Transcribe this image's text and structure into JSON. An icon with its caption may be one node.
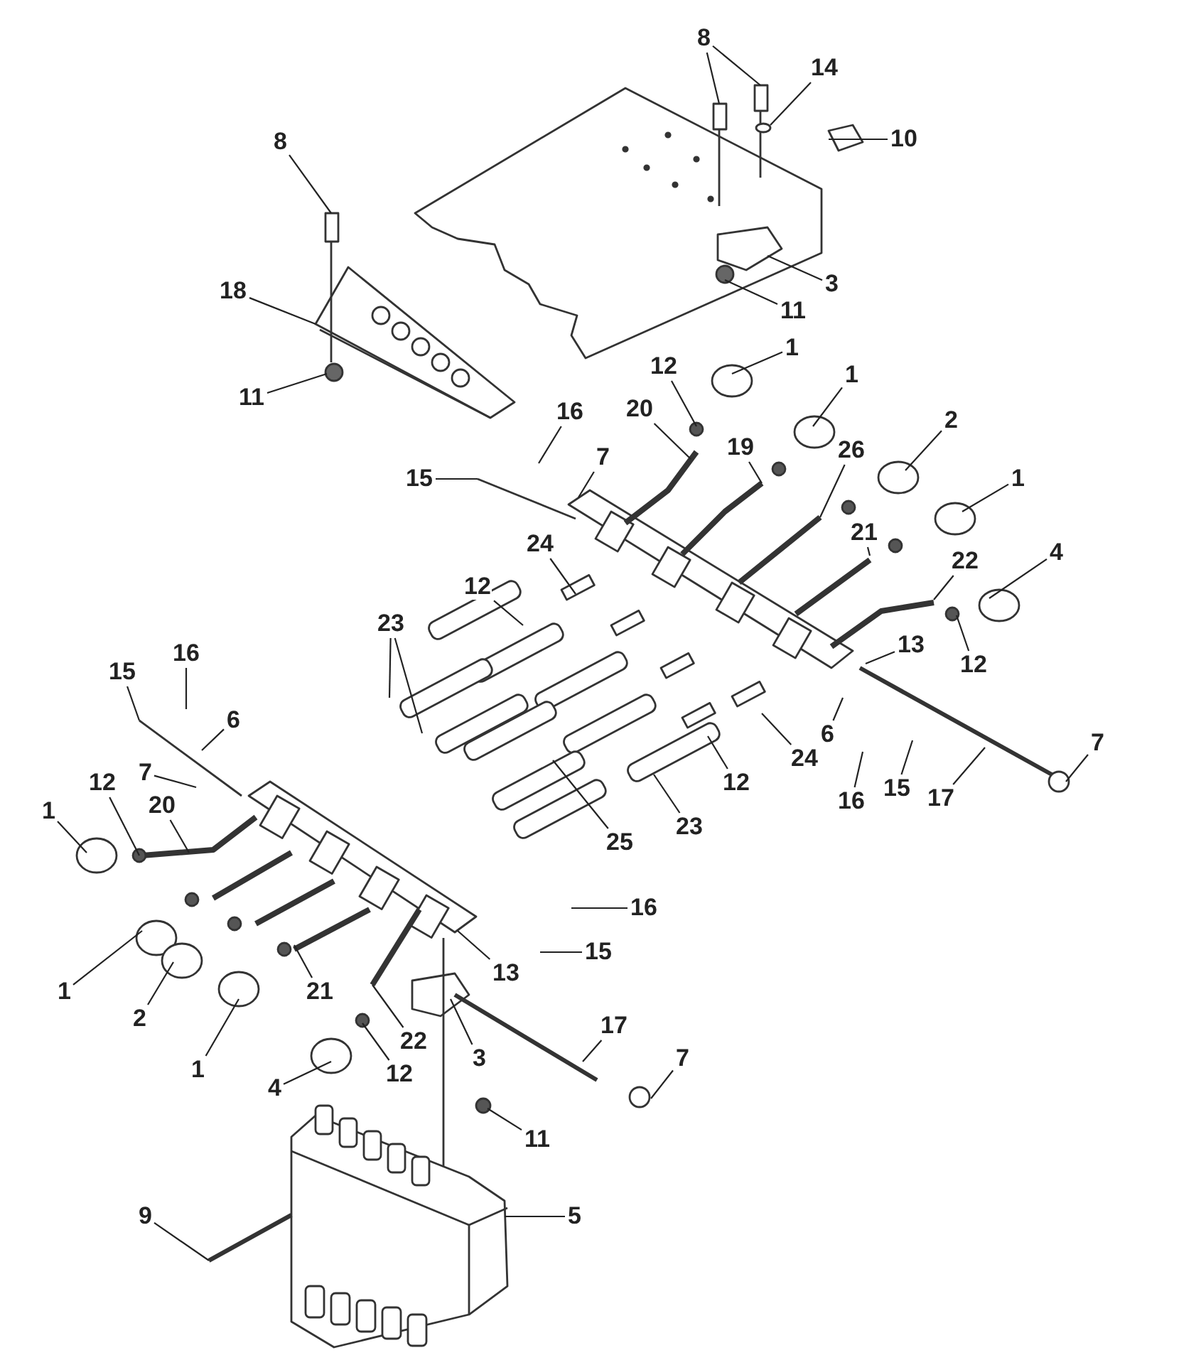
{
  "diagram": {
    "nodes": [
      {
        "text": [
          "8"
        ]
      },
      {
        "text": [
          "8"
        ]
      },
      {
        "text": [
          "14"
        ]
      },
      {
        "text": [
          "10"
        ]
      },
      {
        "text": [
          "3"
        ]
      },
      {
        "text": [
          "11"
        ]
      },
      {
        "text": [
          "18"
        ]
      },
      {
        "text": [
          "11"
        ]
      },
      {
        "text": [
          "1"
        ]
      },
      {
        "text": [
          "12"
        ]
      },
      {
        "text": [
          "1"
        ]
      },
      {
        "text": [
          "16"
        ]
      },
      {
        "text": [
          "20"
        ]
      },
      {
        "text": [
          "15"
        ]
      },
      {
        "text": [
          "7"
        ]
      },
      {
        "text": [
          "19"
        ]
      },
      {
        "text": [
          "26"
        ]
      },
      {
        "text": [
          "2"
        ]
      },
      {
        "text": [
          "1"
        ]
      },
      {
        "text": [
          "21"
        ]
      },
      {
        "text": [
          "24"
        ]
      },
      {
        "text": [
          "22"
        ]
      },
      {
        "text": [
          "4"
        ]
      },
      {
        "text": [
          "12"
        ]
      },
      {
        "text": [
          "23"
        ]
      },
      {
        "text": [
          "13"
        ]
      },
      {
        "text": [
          "12"
        ]
      },
      {
        "text": [
          "15"
        ]
      },
      {
        "text": [
          "16"
        ]
      },
      {
        "text": [
          "6"
        ]
      },
      {
        "text": [
          "6"
        ]
      },
      {
        "text": [
          "24"
        ]
      },
      {
        "text": [
          "7"
        ]
      },
      {
        "text": [
          "12"
        ]
      },
      {
        "text": [
          "16"
        ]
      },
      {
        "text": [
          "15"
        ]
      },
      {
        "text": [
          "17"
        ]
      },
      {
        "text": [
          "7"
        ]
      },
      {
        "text": [
          "25"
        ]
      },
      {
        "text": [
          "23"
        ]
      },
      {
        "text": [
          "1"
        ]
      },
      {
        "text": [
          "12"
        ]
      },
      {
        "text": [
          "20"
        ]
      },
      {
        "text": [
          "16"
        ]
      },
      {
        "text": [
          "15"
        ]
      },
      {
        "text": [
          "13"
        ]
      },
      {
        "text": [
          "1"
        ]
      },
      {
        "text": [
          "2"
        ]
      },
      {
        "text": [
          "21"
        ]
      },
      {
        "text": [
          "22"
        ]
      },
      {
        "text": [
          "3"
        ]
      },
      {
        "text": [
          "1"
        ]
      },
      {
        "text": [
          "12"
        ]
      },
      {
        "text": [
          "4"
        ]
      },
      {
        "text": [
          "17"
        ]
      },
      {
        "text": [
          "7"
        ]
      },
      {
        "text": [
          "11"
        ]
      },
      {
        "text": [
          "5"
        ]
      },
      {
        "text": [
          "9"
        ]
      }
    ],
    "edges": [
      {
        "from": 0,
        "to": null,
        "arrow": "none"
      },
      {
        "from": 1,
        "to": null,
        "arrow": "none"
      },
      {
        "from": 1,
        "to": null,
        "arrow": "none"
      },
      {
        "from": 2,
        "to": null,
        "arrow": "none"
      },
      {
        "from": 3,
        "to": null,
        "arrow": "none"
      },
      {
        "from": 4,
        "to": null,
        "arrow": "none"
      },
      {
        "from": 5,
        "to": null,
        "arrow": "none"
      },
      {
        "from": 6,
        "to": null,
        "arrow": "none"
      },
      {
        "from": 7,
        "to": null,
        "arrow": "none"
      },
      {
        "from": 8,
        "to": null,
        "arrow": "none"
      },
      {
        "from": 9,
        "to": null,
        "arrow": "none"
      },
      {
        "from": 10,
        "to": null,
        "arrow": "none"
      },
      {
        "from": 11,
        "to": null,
        "arrow": "none"
      },
      {
        "from": 12,
        "to": null,
        "arrow": "none"
      },
      {
        "from": 13,
        "to": null,
        "arrow": "none"
      },
      {
        "from": 14,
        "to": null,
        "arrow": "none"
      },
      {
        "from": 15,
        "to": null,
        "arrow": "none"
      },
      {
        "from": 16,
        "to": null,
        "arrow": "none"
      },
      {
        "from": 17,
        "to": null,
        "arrow": "none"
      },
      {
        "from": 18,
        "to": null,
        "arrow": "none"
      },
      {
        "from": 19,
        "to": null,
        "arrow": "none"
      },
      {
        "from": 20,
        "to": null,
        "arrow": "none"
      },
      {
        "from": 21,
        "to": null,
        "arrow": "none"
      },
      {
        "from": 22,
        "to": null,
        "arrow": "none"
      },
      {
        "from": 23,
        "to": null,
        "arrow": "none"
      },
      {
        "from": 24,
        "to": null,
        "arrow": "none"
      },
      {
        "from": 24,
        "to": null,
        "arrow": "none"
      },
      {
        "from": 25,
        "to": null,
        "arrow": "none"
      },
      {
        "from": 26,
        "to": null,
        "arrow": "none"
      },
      {
        "from": 27,
        "to": null,
        "arrow": "none"
      },
      {
        "from": 28,
        "to": null,
        "arrow": "none"
      },
      {
        "from": 29,
        "to": null,
        "arrow": "none"
      },
      {
        "from": 30,
        "to": null,
        "arrow": "none"
      },
      {
        "from": 31,
        "to": null,
        "arrow": "none"
      },
      {
        "from": 32,
        "to": null,
        "arrow": "none"
      },
      {
        "from": 33,
        "to": null,
        "arrow": "none"
      },
      {
        "from": 34,
        "to": null,
        "arrow": "none"
      },
      {
        "from": 35,
        "to": null,
        "arrow": "none"
      },
      {
        "from": 36,
        "to": null,
        "arrow": "none"
      },
      {
        "from": 37,
        "to": null,
        "arrow": "none"
      },
      {
        "from": 38,
        "to": null,
        "arrow": "none"
      },
      {
        "from": 39,
        "to": null,
        "arrow": "none"
      },
      {
        "from": 40,
        "to": null,
        "arrow": "none"
      },
      {
        "from": 41,
        "to": null,
        "arrow": "none"
      },
      {
        "from": 42,
        "to": null,
        "arrow": "none"
      },
      {
        "from": 43,
        "to": null,
        "arrow": "none"
      },
      {
        "from": 44,
        "to": null,
        "arrow": "none"
      },
      {
        "from": 45,
        "to": null,
        "arrow": "none"
      },
      {
        "from": 46,
        "to": null,
        "arrow": "none"
      },
      {
        "from": 47,
        "to": null,
        "arrow": "none"
      },
      {
        "from": 48,
        "to": null,
        "arrow": "none"
      },
      {
        "from": 49,
        "to": null,
        "arrow": "none"
      },
      {
        "from": 50,
        "to": null,
        "arrow": "none"
      },
      {
        "from": 51,
        "to": null,
        "arrow": "none"
      },
      {
        "from": 52,
        "to": null,
        "arrow": "none"
      },
      {
        "from": 53,
        "to": null,
        "arrow": "none"
      },
      {
        "from": 54,
        "to": null,
        "arrow": "none"
      },
      {
        "from": 55,
        "to": null,
        "arrow": "none"
      },
      {
        "from": 56,
        "to": null,
        "arrow": "none"
      },
      {
        "from": 57,
        "to": null,
        "arrow": "none"
      },
      {
        "from": 58,
        "to": null,
        "arrow": "none"
      }
    ]
  }
}
